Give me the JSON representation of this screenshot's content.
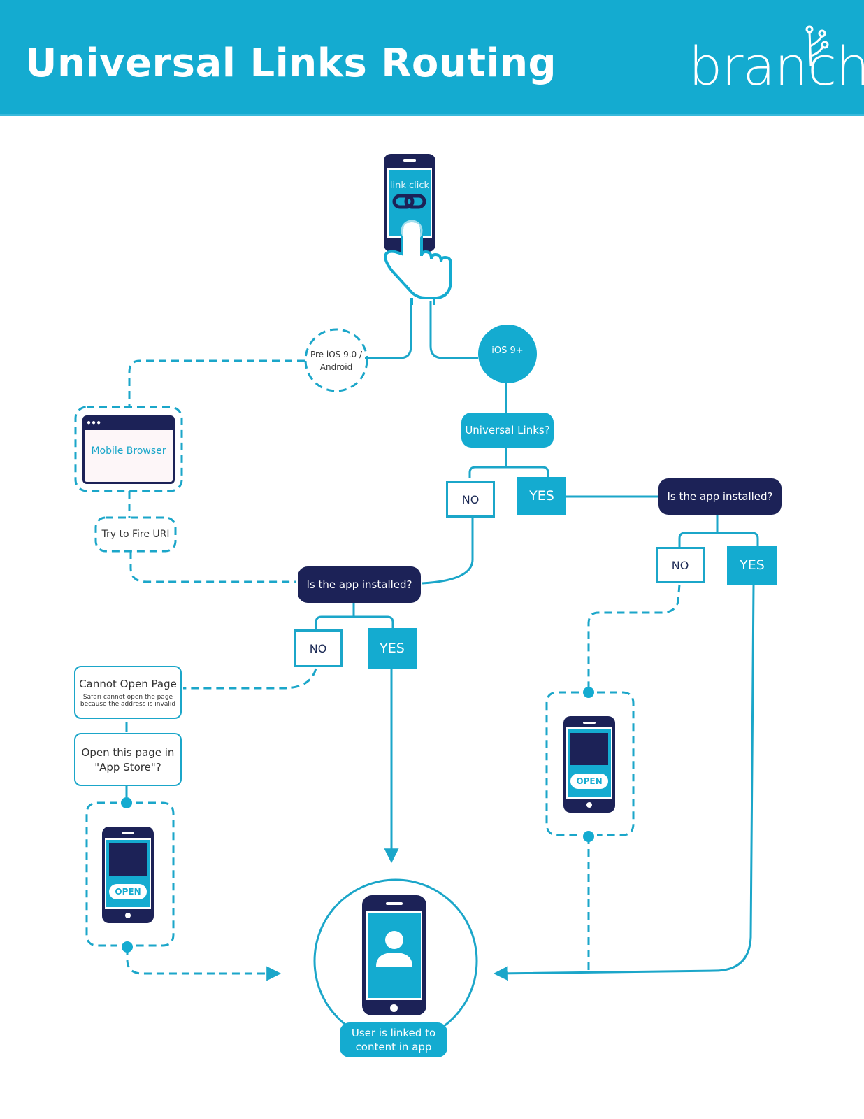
{
  "header": {
    "title": "Universal Links Routing",
    "logo_text": "branch"
  },
  "colors": {
    "brand_teal": "#14abd0",
    "navy": "#1c2257",
    "line": "#1ba6c9"
  },
  "nodes": {
    "start": {
      "label": "link click",
      "icon": "link-icon"
    },
    "pre_ios": {
      "line1": "Pre iOS 9.0 /",
      "line2": "Android"
    },
    "ios9": {
      "label": "iOS 9+"
    },
    "universal_links": {
      "label": "Universal Links?"
    },
    "ul_no": {
      "label": "NO"
    },
    "ul_yes": {
      "label": "YES"
    },
    "installed_right": {
      "label": "Is the app installed?"
    },
    "right_no": {
      "label": "NO"
    },
    "right_yes": {
      "label": "YES"
    },
    "mobile_browser": {
      "label": "Mobile Browser"
    },
    "try_fire_uri": {
      "label": "Try to Fire URI"
    },
    "installed_middle": {
      "label": "Is the app installed?"
    },
    "mid_no": {
      "label": "NO"
    },
    "mid_yes": {
      "label": "YES"
    },
    "cannot_open": {
      "title": "Cannot Open Page",
      "line1": "Safari cannot open the page",
      "line2": "because the address is invalid"
    },
    "app_store_prompt": {
      "line1": "Open this page in",
      "line2": "\"App Store\"?"
    },
    "left_store_phone": {
      "button": "OPEN"
    },
    "right_store_phone": {
      "button": "OPEN"
    },
    "end": {
      "line1": "User is linked to",
      "line2": "content in app"
    }
  }
}
